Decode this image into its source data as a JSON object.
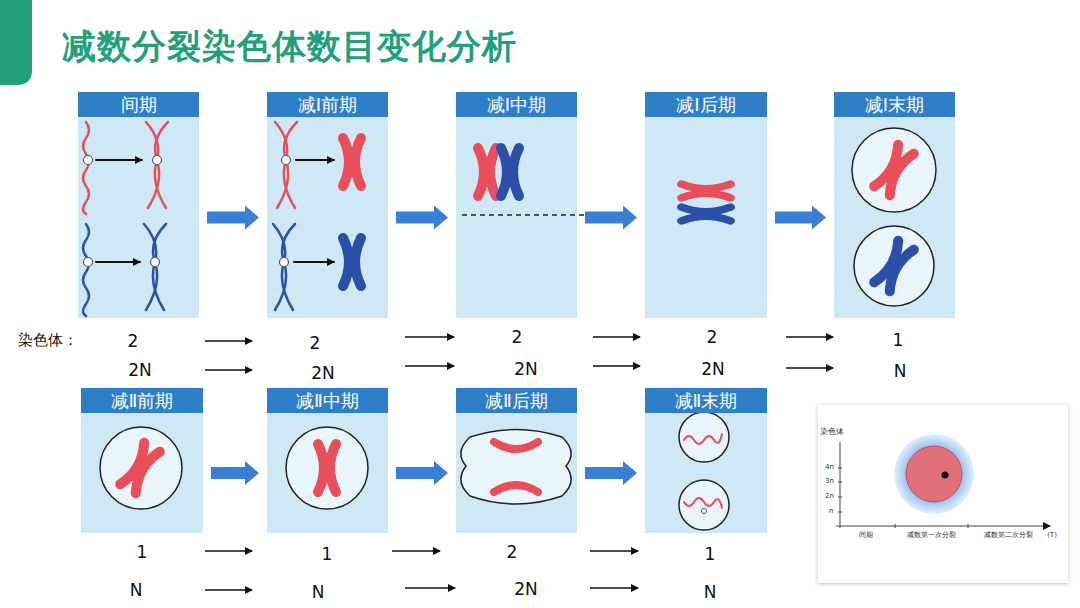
{
  "diagram": {
    "title": "减数分裂染色体数目变化分析",
    "nodes": [
      {
        "text": [
          "间期"
        ]
      },
      {
        "text": [
          "减Ⅰ前期"
        ]
      },
      {
        "text": [
          "减Ⅰ中期"
        ]
      },
      {
        "text": [
          "减Ⅰ后期"
        ]
      },
      {
        "text": [
          "减Ⅰ末期"
        ]
      },
      {
        "text": [
          "减Ⅱ前期"
        ]
      },
      {
        "text": [
          "减Ⅱ中期"
        ]
      },
      {
        "text": [
          "减Ⅱ后期"
        ]
      },
      {
        "text": [
          "减Ⅱ末期"
        ]
      }
    ],
    "edges": [
      {
        "from": 0,
        "to": 1,
        "arrow": "to"
      },
      {
        "from": 1,
        "to": 2,
        "arrow": "to"
      },
      {
        "from": 2,
        "to": 3,
        "arrow": "to"
      },
      {
        "from": 3,
        "to": 4,
        "arrow": "to"
      },
      {
        "from": 5,
        "to": 6,
        "arrow": "to"
      },
      {
        "from": 6,
        "to": 7,
        "arrow": "to"
      },
      {
        "from": 7,
        "to": 8,
        "arrow": "to"
      }
    ],
    "labels": [
      "染色体：",
      "2",
      "2",
      "2",
      "2",
      "1",
      "2N",
      "2N",
      "2N",
      "2N",
      "N",
      "1",
      "1",
      "2",
      "1",
      "N",
      "N",
      "2N",
      "N",
      "染色体",
      "4n",
      "3n",
      "2n",
      "n",
      "间期",
      "减数第一次分裂",
      "减数第二次分裂",
      "(T)"
    ]
  }
}
